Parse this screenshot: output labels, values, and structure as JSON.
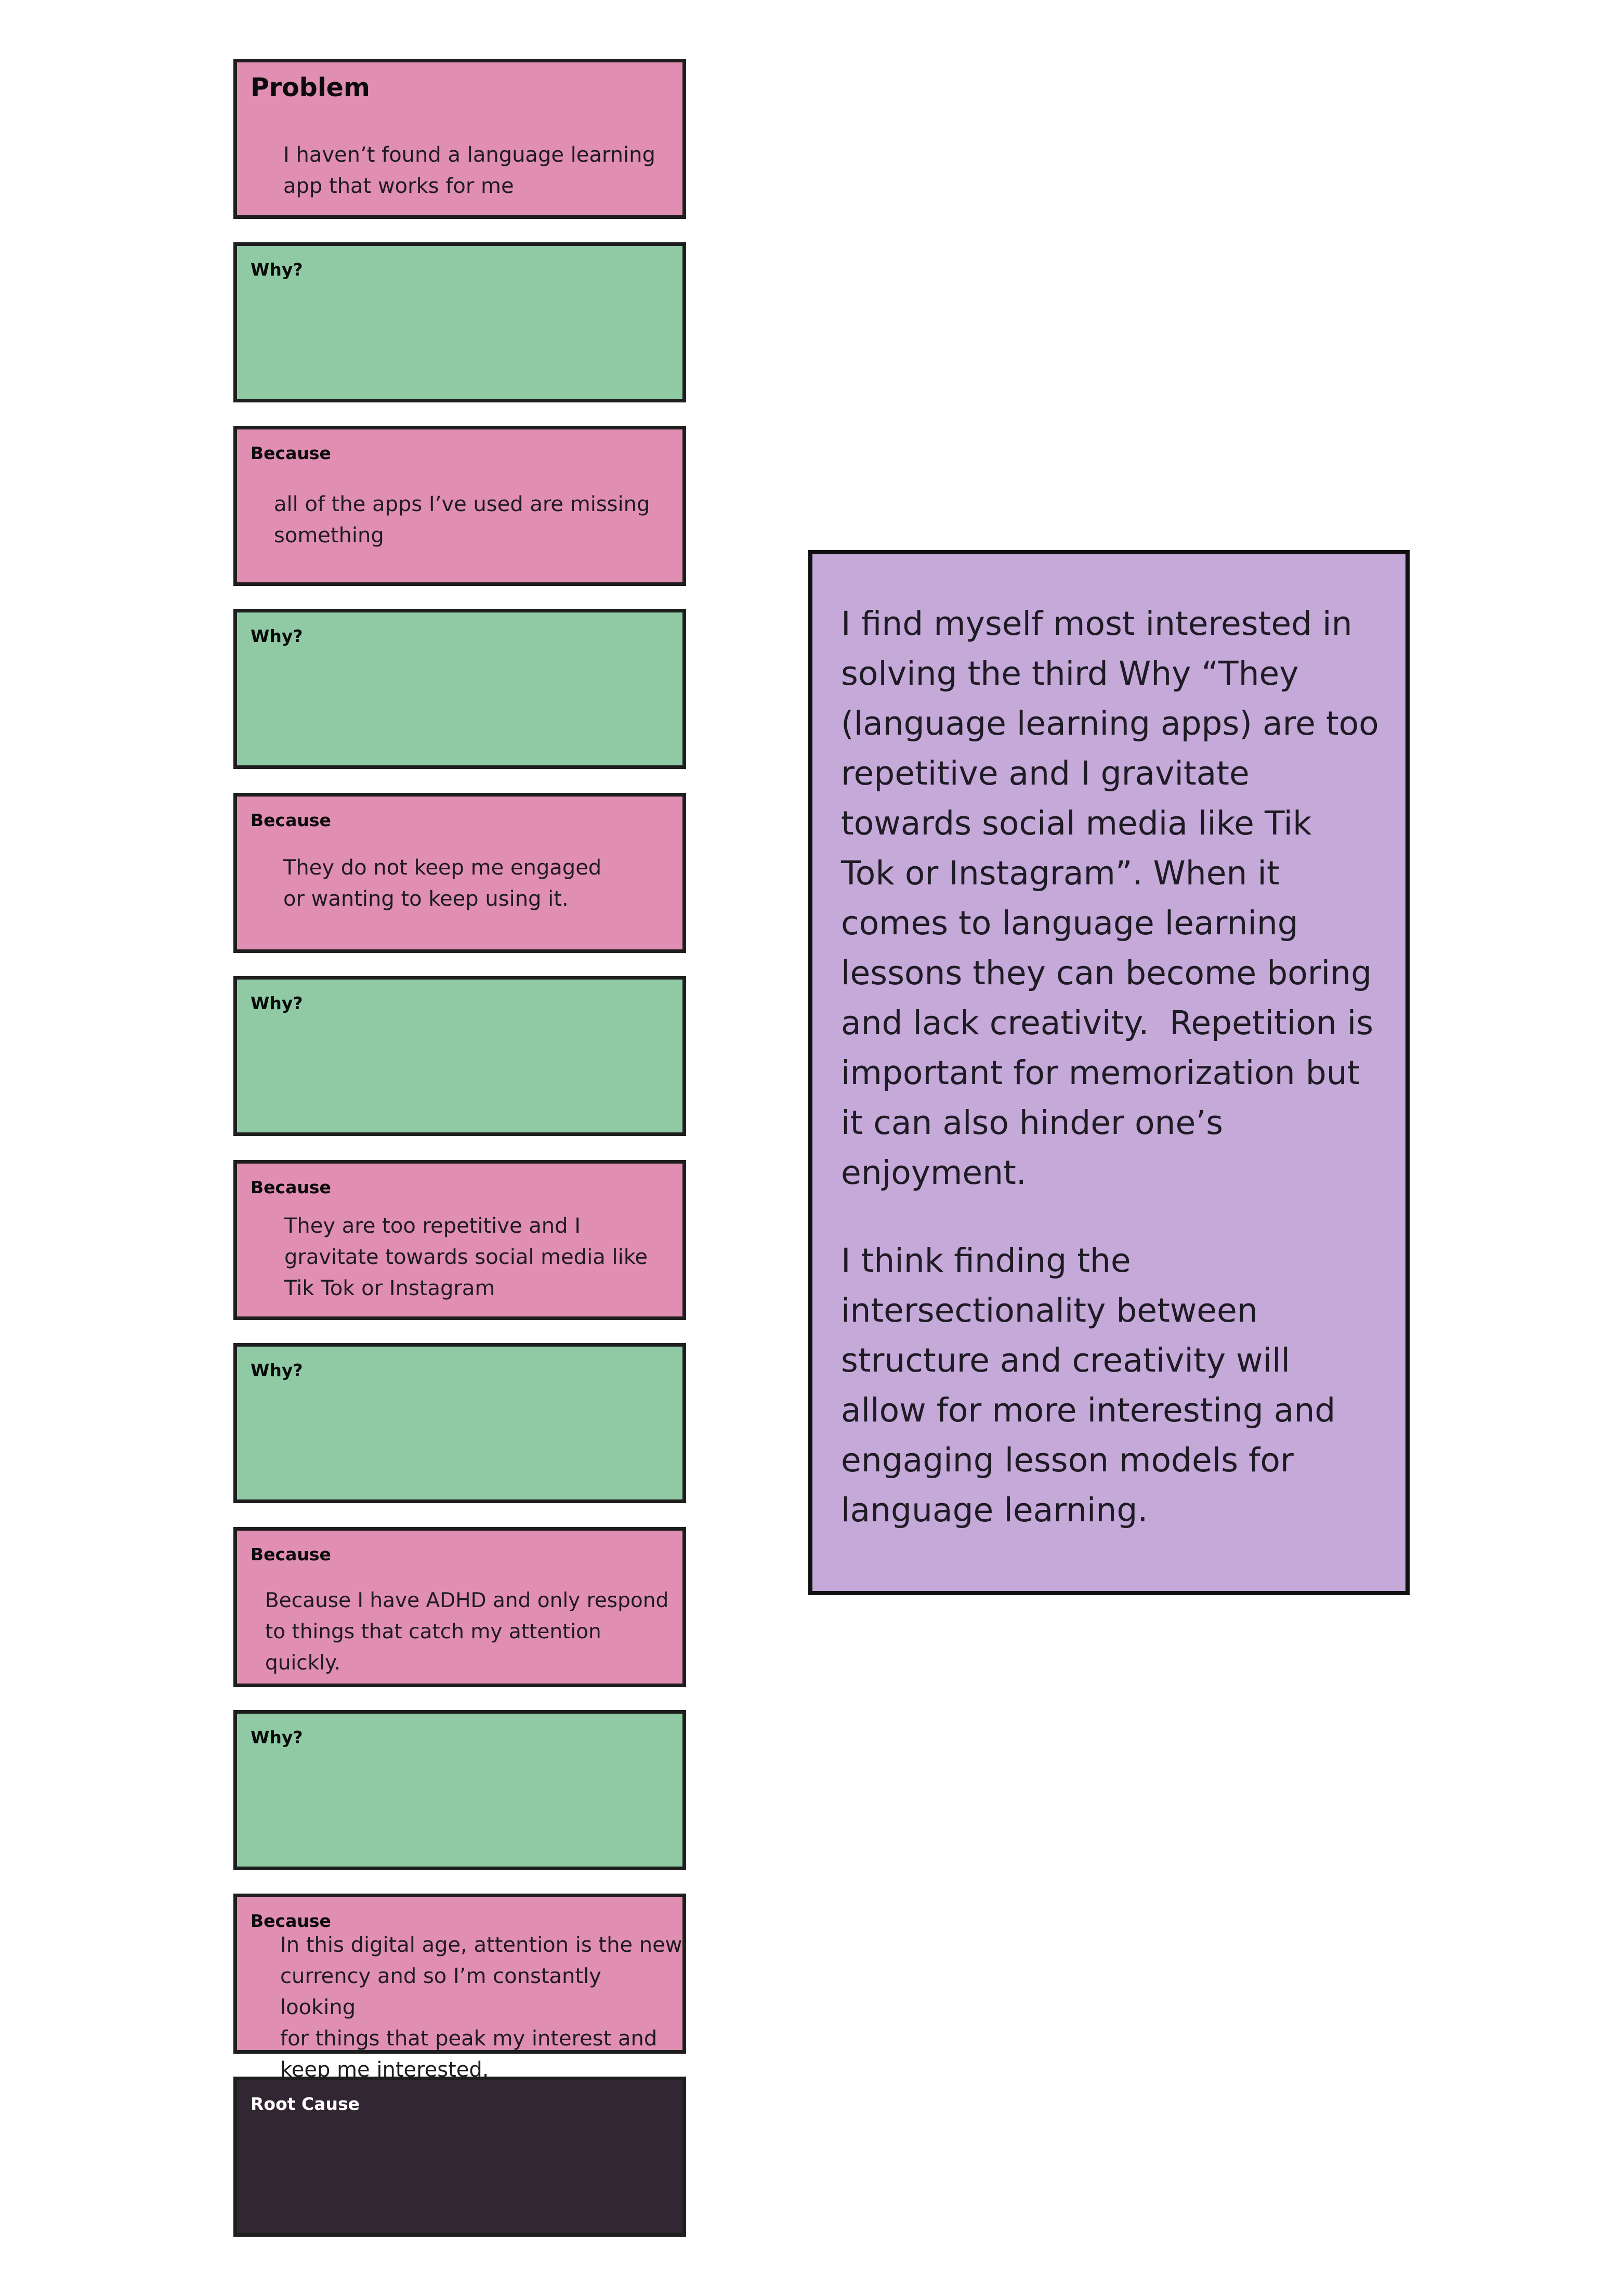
{
  "chain": {
    "problem": {
      "label": "Problem",
      "lines": [
        "I haven’t found a language learning",
        "app that works for me"
      ]
    },
    "why_label": "Why?",
    "because_label": "Because",
    "because": [
      {
        "lines": [
          "all of the apps I’ve used are missing",
          "something"
        ]
      },
      {
        "lines": [
          "They do not keep me engaged",
          "or wanting to keep using it."
        ]
      },
      {
        "lines": [
          "They are too repetitive and I",
          "gravitate towards social media like",
          "Tik Tok or Instagram"
        ]
      },
      {
        "lines": [
          "Because I have ADHD and only respond",
          "to things that catch my attention quickly."
        ]
      },
      {
        "lines": [
          "In this digital age, attention is the new",
          "currency and so I’m constantly looking",
          "for things that peak my interest and",
          "keep me interested."
        ]
      }
    ],
    "root_cause": {
      "label": "Root Cause"
    }
  },
  "note": {
    "paragraph1": [
      "I find myself most interested in",
      "solving the third Why “They",
      "(language learning apps) are too",
      "repetitive and I gravitate",
      "towards social media like Tik",
      "Tok or Instagram”. When it",
      "comes to language learning",
      "lessons they can become boring",
      "and lack creativity.  Repetition is",
      "important for memorization but",
      "it can also hinder one’s",
      "enjoyment."
    ],
    "paragraph2": [
      "I think finding the",
      "intersectionality between",
      "structure and creativity will",
      "allow for more interesting and",
      "engaging lesson models for",
      "language learning."
    ]
  },
  "colors": {
    "problem_because_card": "#e08eb2",
    "why_card": "#8fcaa5",
    "root_cause_card": "#312631",
    "note_card": "#c4a9d9"
  }
}
